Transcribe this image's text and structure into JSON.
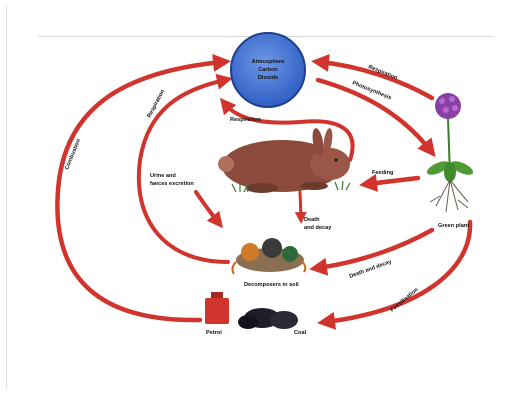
{
  "atmosphere": {
    "line1": "Atmosphere",
    "line2": "Carbon",
    "line3": "Dioxide"
  },
  "labels": {
    "respiration_plant": "Respiration",
    "photosynthesis": "Photosynthesis",
    "combustion": "Combustion",
    "respiration_left": "Respiration",
    "respiration_animal": "Respiration",
    "urine": "Urine and",
    "faeces": "faeces excretion",
    "feeding": "Feeding",
    "death1": "Death",
    "decay1": "and decay",
    "green_plant": "Green plant",
    "death_decay": "Death and decay",
    "decomposers": "Decomposers in soil",
    "fossilisation": "Fossilisation",
    "petrol": "Petrol",
    "coal": "Coal"
  },
  "colors": {
    "arrow": "#d0342c",
    "arrow_light": "#e8b3a6",
    "atmosphere": "#3b6fd1",
    "rabbit": "#8b4a3c"
  }
}
